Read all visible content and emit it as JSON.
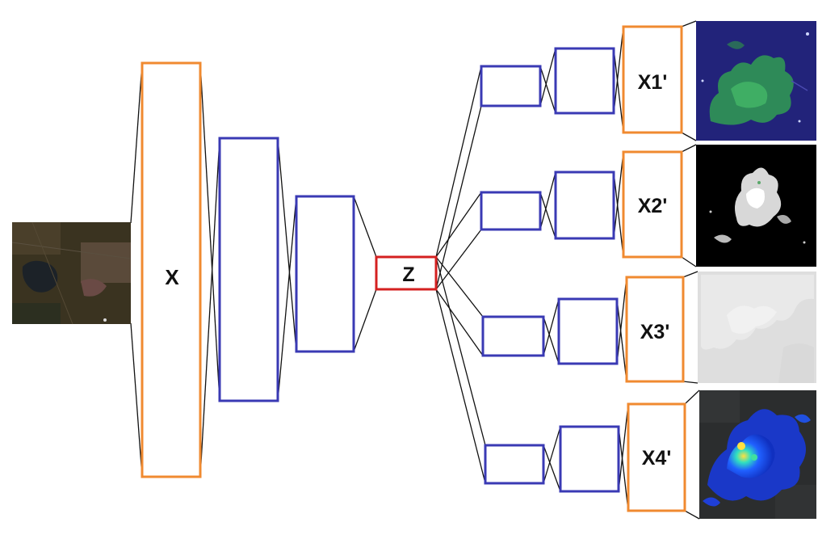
{
  "labels": {
    "input": "X",
    "latent": "Z",
    "outputs": [
      "X1'",
      "X2'",
      "X3'",
      "X4'"
    ]
  },
  "colors": {
    "io_box": "#f08a30",
    "hidden_box": "#3a3ab4",
    "latent_box": "#d42020",
    "connector": "#111111"
  },
  "images": {
    "input": "satellite-city-rgb",
    "outputs": [
      "green-on-blue-map",
      "white-on-black-map",
      "gray-map",
      "heatmap-on-dark"
    ]
  }
}
